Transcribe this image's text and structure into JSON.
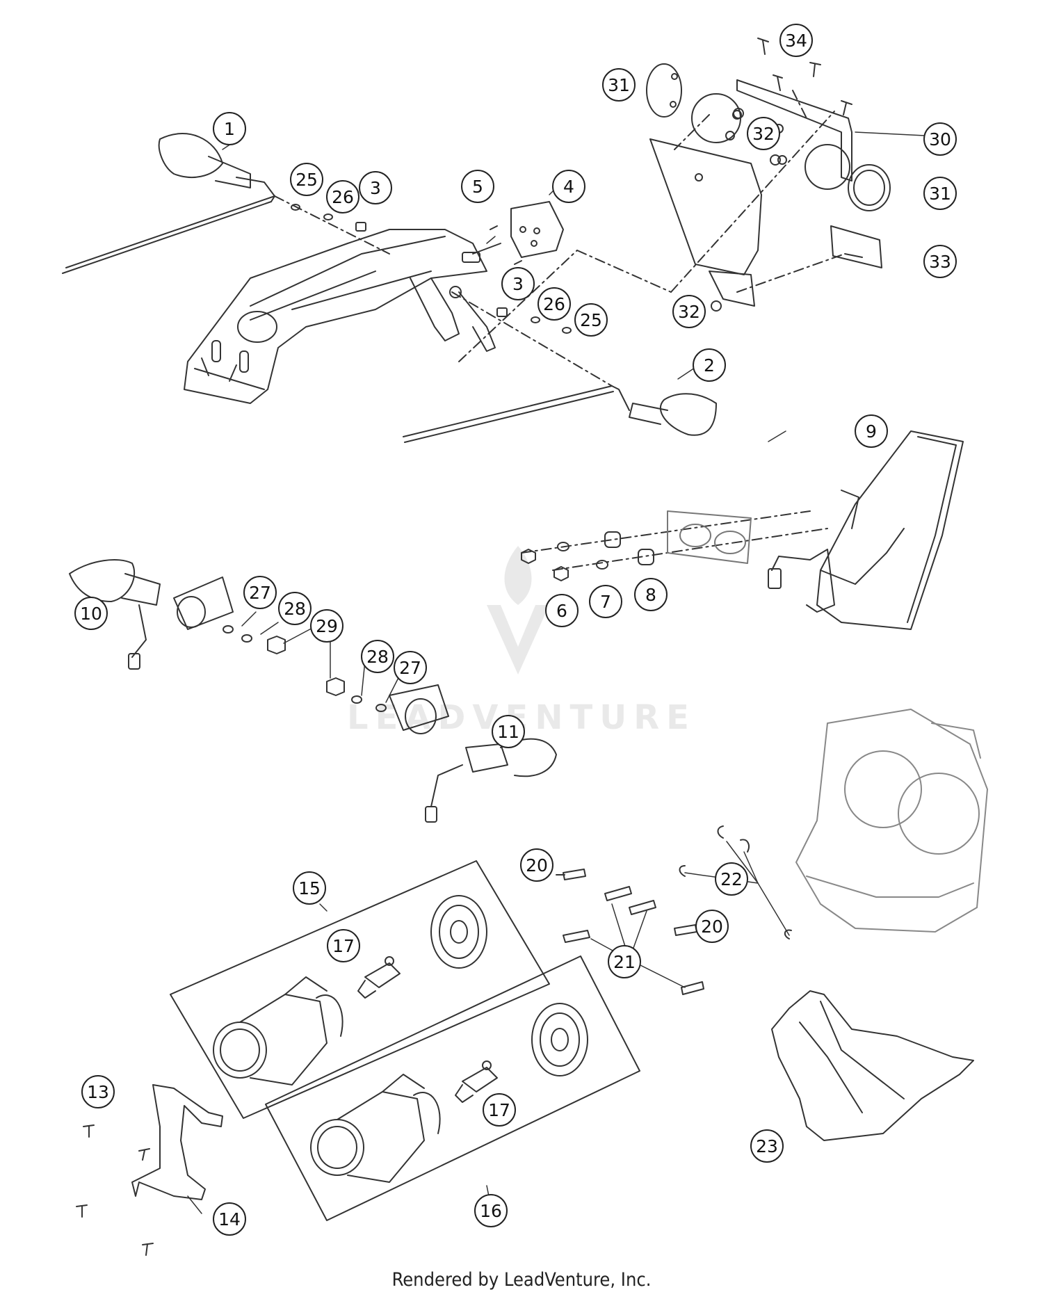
{
  "callouts": [
    {
      "id": "c1",
      "label": "1"
    },
    {
      "id": "c2",
      "label": "2"
    },
    {
      "id": "c3a",
      "label": "3"
    },
    {
      "id": "c3b",
      "label": "3"
    },
    {
      "id": "c4",
      "label": "4"
    },
    {
      "id": "c5",
      "label": "5"
    },
    {
      "id": "c6",
      "label": "6"
    },
    {
      "id": "c7",
      "label": "7"
    },
    {
      "id": "c8",
      "label": "8"
    },
    {
      "id": "c9",
      "label": "9"
    },
    {
      "id": "c10",
      "label": "10"
    },
    {
      "id": "c11",
      "label": "11"
    },
    {
      "id": "c13",
      "label": "13"
    },
    {
      "id": "c14",
      "label": "14"
    },
    {
      "id": "c15",
      "label": "15"
    },
    {
      "id": "c16",
      "label": "16"
    },
    {
      "id": "c17a",
      "label": "17"
    },
    {
      "id": "c17b",
      "label": "17"
    },
    {
      "id": "c20a",
      "label": "20"
    },
    {
      "id": "c20b",
      "label": "20"
    },
    {
      "id": "c21",
      "label": "21"
    },
    {
      "id": "c22",
      "label": "22"
    },
    {
      "id": "c23",
      "label": "23"
    },
    {
      "id": "c25a",
      "label": "25"
    },
    {
      "id": "c25b",
      "label": "25"
    },
    {
      "id": "c26a",
      "label": "26"
    },
    {
      "id": "c26b",
      "label": "26"
    },
    {
      "id": "c27a",
      "label": "27"
    },
    {
      "id": "c27b",
      "label": "27"
    },
    {
      "id": "c28a",
      "label": "28"
    },
    {
      "id": "c28b",
      "label": "28"
    },
    {
      "id": "c29",
      "label": "29"
    },
    {
      "id": "c30",
      "label": "30"
    },
    {
      "id": "c31a",
      "label": "31"
    },
    {
      "id": "c31b",
      "label": "31"
    },
    {
      "id": "c32a",
      "label": "32"
    },
    {
      "id": "c32b",
      "label": "32"
    },
    {
      "id": "c33",
      "label": "33"
    },
    {
      "id": "c34",
      "label": "34"
    }
  ],
  "watermark": {
    "text": "LEADVENTURE"
  },
  "footer": {
    "text": "Rendered by LeadVenture, Inc."
  }
}
